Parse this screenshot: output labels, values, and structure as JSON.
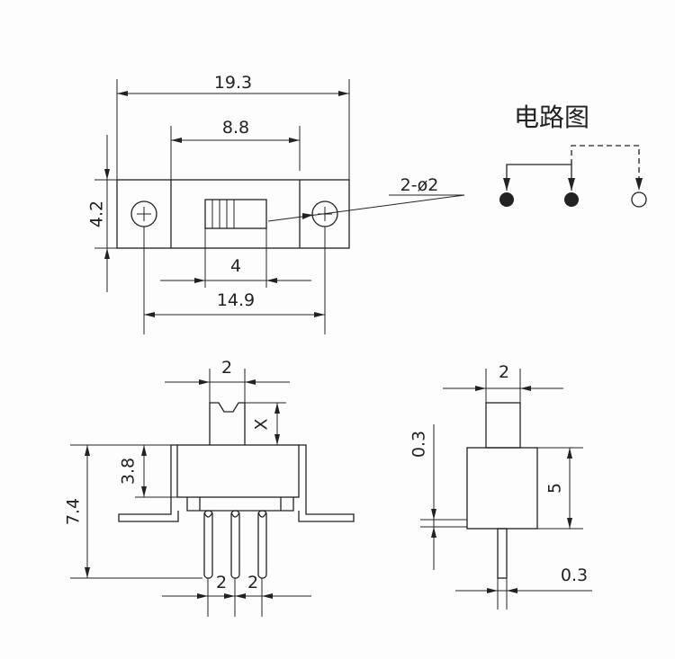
{
  "top_view": {
    "overall_width": "19.3",
    "slot_width": "8.8",
    "height": "4.2",
    "hole_note": "2-ø2",
    "actuator_width": "4",
    "hole_spacing": "14.9"
  },
  "circuit": {
    "title": "电路图"
  },
  "front_view": {
    "actuator_width": "2",
    "travel": "X",
    "body_height": "3.8",
    "total_height": "7.4",
    "pitch_1": "2",
    "pitch_2": "2"
  },
  "side_view": {
    "actuator_width": "2",
    "offset": "0.3",
    "body_height": "5",
    "pin_thickness": "0.3"
  }
}
